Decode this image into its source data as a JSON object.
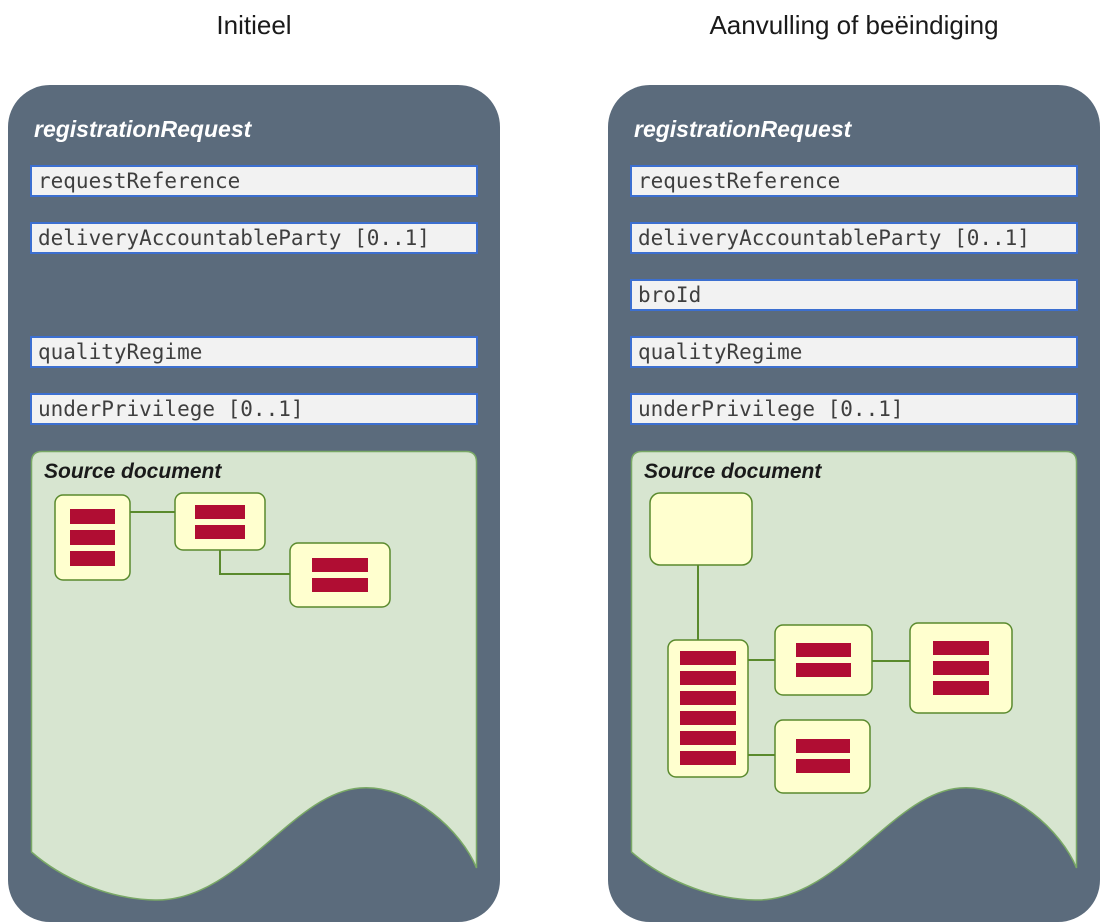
{
  "colors": {
    "panel_bg": "#5b6b7c",
    "field_bg": "#f2f2f2",
    "field_border": "#3c6fd0",
    "field_text": "#3f3f3f",
    "green_bg": "#d7e5d0",
    "green_border": "#79a866",
    "node_fill": "#ffffcf",
    "node_border": "#5a8a2d",
    "bar_color": "#b00d33",
    "heading_text": "#1a1a1a"
  },
  "panels": [
    {
      "heading": "Initieel",
      "title": "registrationRequest",
      "fields": [
        "requestReference",
        "deliveryAccountableParty [0..1]",
        "qualityRegime",
        "underPrivilege [0..1]"
      ],
      "source_document": {
        "label": "Source document"
      }
    },
    {
      "heading": "Aanvulling of beëindiging",
      "title": "registrationRequest",
      "fields": [
        "requestReference",
        "deliveryAccountableParty [0..1]",
        "broId",
        "qualityRegime",
        "underPrivilege [0..1]"
      ],
      "source_document": {
        "label": "Source document"
      }
    }
  ]
}
